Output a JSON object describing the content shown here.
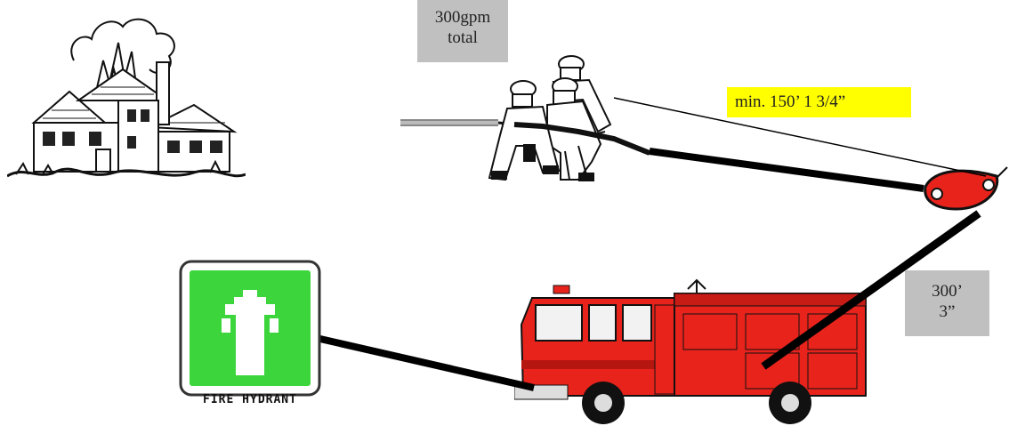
{
  "labels": {
    "flow_line1": "300gpm",
    "flow_line2": "total",
    "attack_line": "min. 150’ 1 3/4”",
    "supply_line1": "300’",
    "supply_line2": "3”",
    "hydrant_caption": "FIRE HYDRANT"
  },
  "icons": {
    "burning_house": "burning-house-icon",
    "firefighters": "firefighters-with-hose-icon",
    "hose_wye": "gated-wye-icon",
    "fire_engine": "fire-engine-icon",
    "hydrant_sign": "fire-hydrant-sign-icon"
  },
  "colors": {
    "label_box": "#c0c0c0",
    "attack_highlight": "#ffff00",
    "engine_red": "#e8231c",
    "hydrant_green": "#3cd63c",
    "hose": "#000000"
  }
}
